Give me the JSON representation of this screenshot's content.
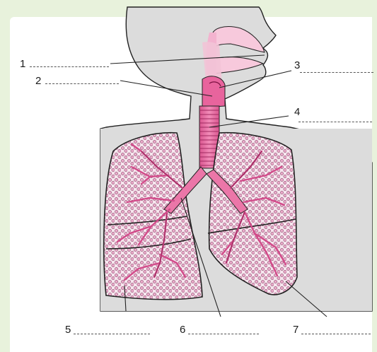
{
  "labels": [
    {
      "id": "1",
      "text": "1"
    },
    {
      "id": "2",
      "text": "2"
    },
    {
      "id": "3",
      "text": "3"
    },
    {
      "id": "4",
      "text": "4"
    },
    {
      "id": "5",
      "text": "5"
    },
    {
      "id": "6",
      "text": "6"
    },
    {
      "id": "7",
      "text": "7"
    }
  ],
  "colors": {
    "page_background": "#e8f2dc",
    "sheet": "#ffffff",
    "body_fill": "#dcdcdc",
    "airway_pink": "#e86aa0",
    "airway_light": "#f7c9dc",
    "alveoli_pink": "#e6a3c5",
    "outline": "#222222"
  }
}
